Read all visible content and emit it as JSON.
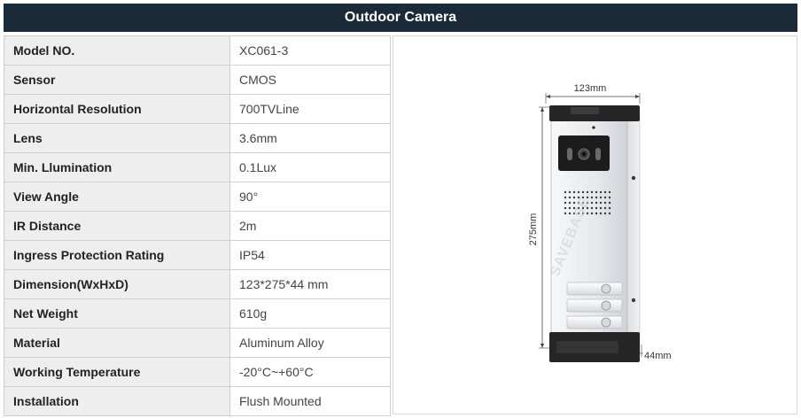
{
  "title": "Outdoor Camera",
  "specs": [
    {
      "label": "Model NO.",
      "value": "XC061-3"
    },
    {
      "label": "Sensor",
      "value": "CMOS"
    },
    {
      "label": "Horizontal Resolution",
      "value": "700TVLine"
    },
    {
      "label": "Lens",
      "value": "3.6mm"
    },
    {
      "label": "Min. Llumination",
      "value": "0.1Lux"
    },
    {
      "label": "View Angle",
      "value": "90°"
    },
    {
      "label": "IR Distance",
      "value": "2m"
    },
    {
      "label": "Ingress Protection Rating",
      "value": "IP54"
    },
    {
      "label": "Dimension(WxHxD)",
      "value": "123*275*44 mm"
    },
    {
      "label": "Net Weight",
      "value": "610g"
    },
    {
      "label": "Material",
      "value": "Aluminum Alloy"
    },
    {
      "label": "Working Temperature",
      "value": "-20°C~+60°C"
    },
    {
      "label": "Installation",
      "value": "Flush Mounted"
    }
  ],
  "image": {
    "width_label": "123mm",
    "height_label": "275mm",
    "depth_label": "44mm",
    "watermark": "SAVEBASE"
  },
  "colors": {
    "header_bg": "#1b2a38",
    "label_bg": "#eeeeee",
    "panel_silver": "#e9eaec",
    "panel_dark": "#2a2a2a"
  }
}
